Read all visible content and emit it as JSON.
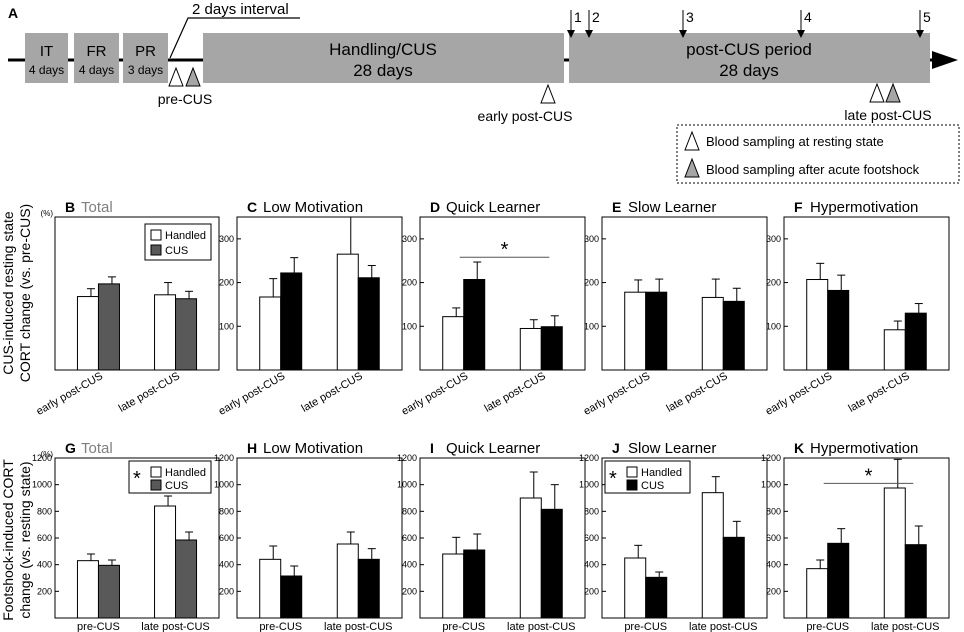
{
  "timeline": {
    "panel_letter": "A",
    "blocks": [
      {
        "name": "IT",
        "duration": "4 days"
      },
      {
        "name": "FR",
        "duration": "4 days"
      },
      {
        "name": "PR",
        "duration": "3 days"
      }
    ],
    "interval_label": "2 days interval",
    "main_blocks": [
      {
        "name": "Handling/CUS",
        "duration": "28 days"
      },
      {
        "name": "post-CUS period",
        "duration": "28 days"
      }
    ],
    "time_points": [
      "1",
      "2",
      "3",
      "4",
      "5"
    ],
    "sampling_labels": {
      "pre": "pre-CUS",
      "early": "early post-CUS",
      "late": "late post-CUS"
    },
    "legend": {
      "resting": "Blood sampling at resting state",
      "footshock": "Blood sampling after acute footshock"
    },
    "colors": {
      "block": "#a6a6a6",
      "resting_marker": "#ffffff",
      "footshock_marker": "#a6a6a6"
    }
  },
  "row_labels": {
    "top": [
      "CUS-induced resting state",
      "CORT change (vs. pre-CUS)"
    ],
    "bottom": [
      "Footshock-induced CORT",
      "change (vs. resting state)"
    ]
  },
  "legend": {
    "handled": "Handled",
    "cus": "CUS"
  },
  "colors": {
    "handled": "#ffffff",
    "cus_total": "#595959",
    "cus_group": "#000000",
    "title_gray": "#7f7f7f",
    "axis": "#000000"
  },
  "chart_data": [
    {
      "type": "bar",
      "panel": "B",
      "title": "Total",
      "unit": "(%)",
      "categories": [
        "early post-CUS",
        "late post-CUS"
      ],
      "ylim": [
        0,
        350
      ],
      "yticks": [],
      "legend": true,
      "series": [
        {
          "name": "Handled",
          "values": [
            168,
            172
          ],
          "errors": [
            18,
            28
          ]
        },
        {
          "name": "CUS",
          "values": [
            197,
            163
          ],
          "errors": [
            16,
            17
          ]
        }
      ]
    },
    {
      "type": "bar",
      "panel": "C",
      "title": "Low Motivation",
      "unit": "",
      "categories": [
        "early post-CUS",
        "late post-CUS"
      ],
      "ylim": [
        0,
        350
      ],
      "yticks": [
        100,
        200,
        300
      ],
      "series": [
        {
          "values": [
            167,
            265
          ],
          "errors": [
            42,
            85
          ]
        },
        {
          "values": [
            222,
            211
          ],
          "errors": [
            35,
            28
          ]
        }
      ]
    },
    {
      "type": "bar",
      "panel": "D",
      "title": "Quick Learner",
      "unit": "",
      "categories": [
        "early post-CUS",
        "late post-CUS"
      ],
      "ylim": [
        0,
        350
      ],
      "yticks": [
        100,
        200,
        300
      ],
      "significance": {
        "label": "*",
        "from": 0,
        "to": 1,
        "y": 258
      },
      "series": [
        {
          "values": [
            122,
            95
          ],
          "errors": [
            20,
            20
          ]
        },
        {
          "values": [
            207,
            99
          ],
          "errors": [
            40,
            25
          ]
        }
      ]
    },
    {
      "type": "bar",
      "panel": "E",
      "title": "Slow Learner",
      "unit": "",
      "categories": [
        "early post-CUS",
        "late post-CUS"
      ],
      "ylim": [
        0,
        350
      ],
      "yticks": [
        100,
        200,
        300
      ],
      "series": [
        {
          "values": [
            178,
            166
          ],
          "errors": [
            28,
            42
          ]
        },
        {
          "values": [
            178,
            157
          ],
          "errors": [
            30,
            30
          ]
        }
      ]
    },
    {
      "type": "bar",
      "panel": "F",
      "title": "Hypermotivation",
      "unit": "",
      "categories": [
        "early post-CUS",
        "late post-CUS"
      ],
      "ylim": [
        0,
        350
      ],
      "yticks": [
        100,
        200,
        300
      ],
      "series": [
        {
          "values": [
            207,
            92
          ],
          "errors": [
            37,
            20
          ]
        },
        {
          "values": [
            182,
            130
          ],
          "errors": [
            35,
            22
          ]
        }
      ]
    },
    {
      "type": "bar",
      "panel": "G",
      "title": "Total",
      "unit": "(%)",
      "categories": [
        "pre-CUS",
        "late post-CUS"
      ],
      "ylim": [
        0,
        1200
      ],
      "yticks": [
        200,
        400,
        600,
        800,
        1000,
        1200
      ],
      "legend": true,
      "legend_star": "*",
      "series": [
        {
          "name": "Handled",
          "values": [
            430,
            840
          ],
          "errors": [
            50,
            75
          ]
        },
        {
          "name": "CUS",
          "values": [
            395,
            585
          ],
          "errors": [
            40,
            60
          ]
        }
      ]
    },
    {
      "type": "bar",
      "panel": "H",
      "title": "Low Motivation",
      "unit": "",
      "categories": [
        "pre-CUS",
        "late post-CUS"
      ],
      "ylim": [
        0,
        1200
      ],
      "yticks": [
        200,
        400,
        600,
        800,
        1000,
        1200
      ],
      "series": [
        {
          "values": [
            440,
            555
          ],
          "errors": [
            100,
            90
          ]
        },
        {
          "values": [
            315,
            440
          ],
          "errors": [
            75,
            80
          ]
        }
      ]
    },
    {
      "type": "bar",
      "panel": "I",
      "title": "Quick Learner",
      "unit": "",
      "categories": [
        "pre-CUS",
        "late post-CUS"
      ],
      "ylim": [
        0,
        1200
      ],
      "yticks": [
        200,
        400,
        600,
        800,
        1000,
        1200
      ],
      "series": [
        {
          "values": [
            480,
            900
          ],
          "errors": [
            125,
            195
          ]
        },
        {
          "values": [
            510,
            815
          ],
          "errors": [
            120,
            185
          ]
        }
      ]
    },
    {
      "type": "bar",
      "panel": "J",
      "title": "Slow Learner",
      "unit": "",
      "categories": [
        "pre-CUS",
        "late post-CUS"
      ],
      "ylim": [
        0,
        1200
      ],
      "yticks": [
        200,
        400,
        600,
        800,
        1000,
        1200
      ],
      "legend": true,
      "legend_star": "*",
      "series": [
        {
          "name": "Handled",
          "values": [
            450,
            940
          ],
          "errors": [
            95,
            120
          ]
        },
        {
          "name": "CUS",
          "values": [
            305,
            605
          ],
          "errors": [
            40,
            120
          ]
        }
      ]
    },
    {
      "type": "bar",
      "panel": "K",
      "title": "Hypermotivation",
      "unit": "",
      "categories": [
        "pre-CUS",
        "late post-CUS"
      ],
      "ylim": [
        0,
        1200
      ],
      "yticks": [
        200,
        400,
        600,
        800,
        1000,
        1200
      ],
      "significance": {
        "label": "*",
        "from": 0,
        "to": 1,
        "y": 1010
      },
      "series": [
        {
          "values": [
            370,
            975
          ],
          "errors": [
            65,
            215
          ]
        },
        {
          "values": [
            560,
            550
          ],
          "errors": [
            110,
            140
          ]
        }
      ]
    }
  ]
}
